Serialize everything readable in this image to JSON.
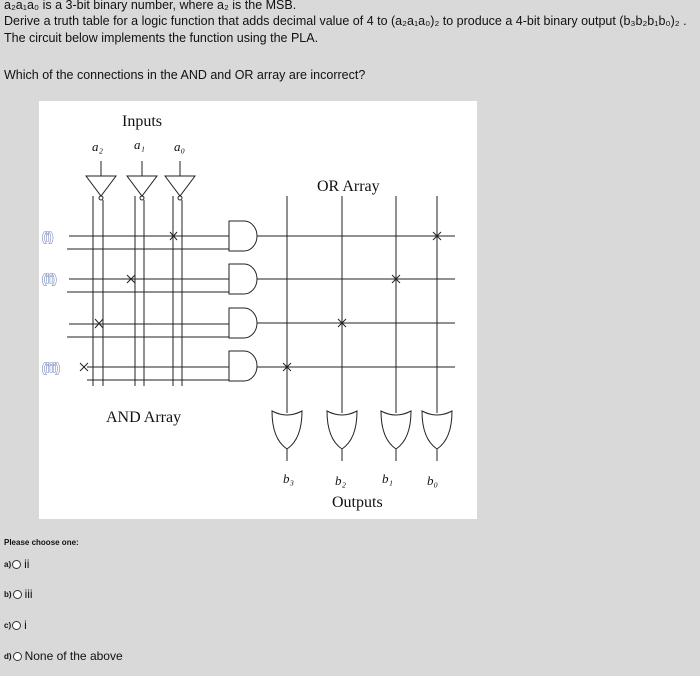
{
  "question": {
    "line1_vars": "a₂a₁a₀",
    "line1_rest": " is a 3-bit binary number, where a₂ is the MSB.",
    "line2": "Derive a truth table for a logic function that adds decimal value of 4 to (a₂a₁a₀)₂ to produce a 4-bit binary output (b₃b₂b₁b₀)₂ .",
    "line3": "The circuit below implements the function using the PLA.",
    "line4": "Which of the connections in the AND and OR array are incorrect?"
  },
  "diagram": {
    "inputs_title": "Inputs",
    "input_labels": [
      "a₂",
      "a₁",
      "a₀"
    ],
    "or_array_label": "OR Array",
    "and_array_label": "AND Array",
    "row_labels": [
      "(i)",
      "(ii)",
      "(iii)"
    ],
    "output_labels": [
      "b₃",
      "b₂",
      "b₁",
      "b₀"
    ],
    "outputs_title": "Outputs"
  },
  "answer": {
    "prompt": "Please choose one:",
    "options": [
      {
        "letter": "a)",
        "text": "ii"
      },
      {
        "letter": "b)",
        "text": "iii"
      },
      {
        "letter": "c)",
        "text": "i"
      },
      {
        "letter": "d)",
        "text": "None of the above"
      }
    ]
  }
}
